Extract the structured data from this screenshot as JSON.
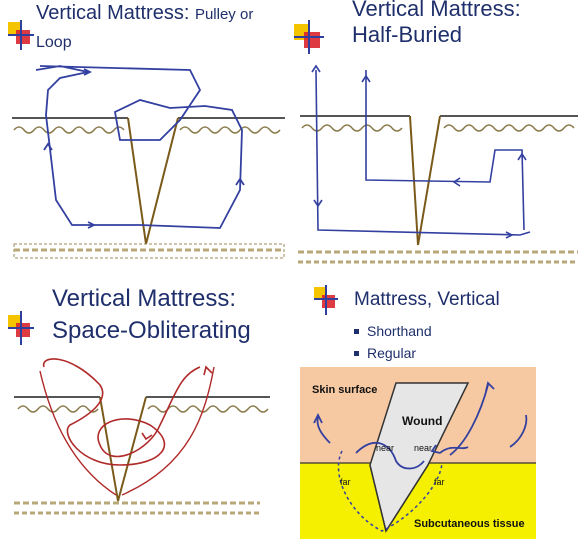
{
  "panels": {
    "pulley": {
      "title_line1": "Vertical Mattress:",
      "title_line1_b": "Pulley or",
      "title_line2": "Loop"
    },
    "half_buried": {
      "title_line1": "Vertical Mattress:",
      "title_line2": "Half-Buried"
    },
    "space_obliterating": {
      "title_line1": "Vertical Mattress:",
      "title_line2": "Space-Obliterating"
    },
    "mattress_vertical": {
      "title": "Mattress, Vertical",
      "bullets": [
        "Shorthand",
        "Regular"
      ],
      "diagram": {
        "skin_surface": "Skin surface",
        "wound": "Wound",
        "near_left": "near",
        "near_right": "near",
        "far_left": "far",
        "far_right": "far",
        "subcutaneous": "Subcutaneous tissue"
      }
    }
  },
  "colors": {
    "title": "#1f2f6b",
    "logo_yellow": "#f5c400",
    "logo_red": "#d9262c",
    "logo_blue": "#2f3f9e",
    "blue_suture": "#3340a0",
    "red_suture": "#b02a2a",
    "skin_orange": "#f7c9a3",
    "subcut_yellow": "#f4f000"
  },
  "icons": [
    "logo-icon"
  ]
}
